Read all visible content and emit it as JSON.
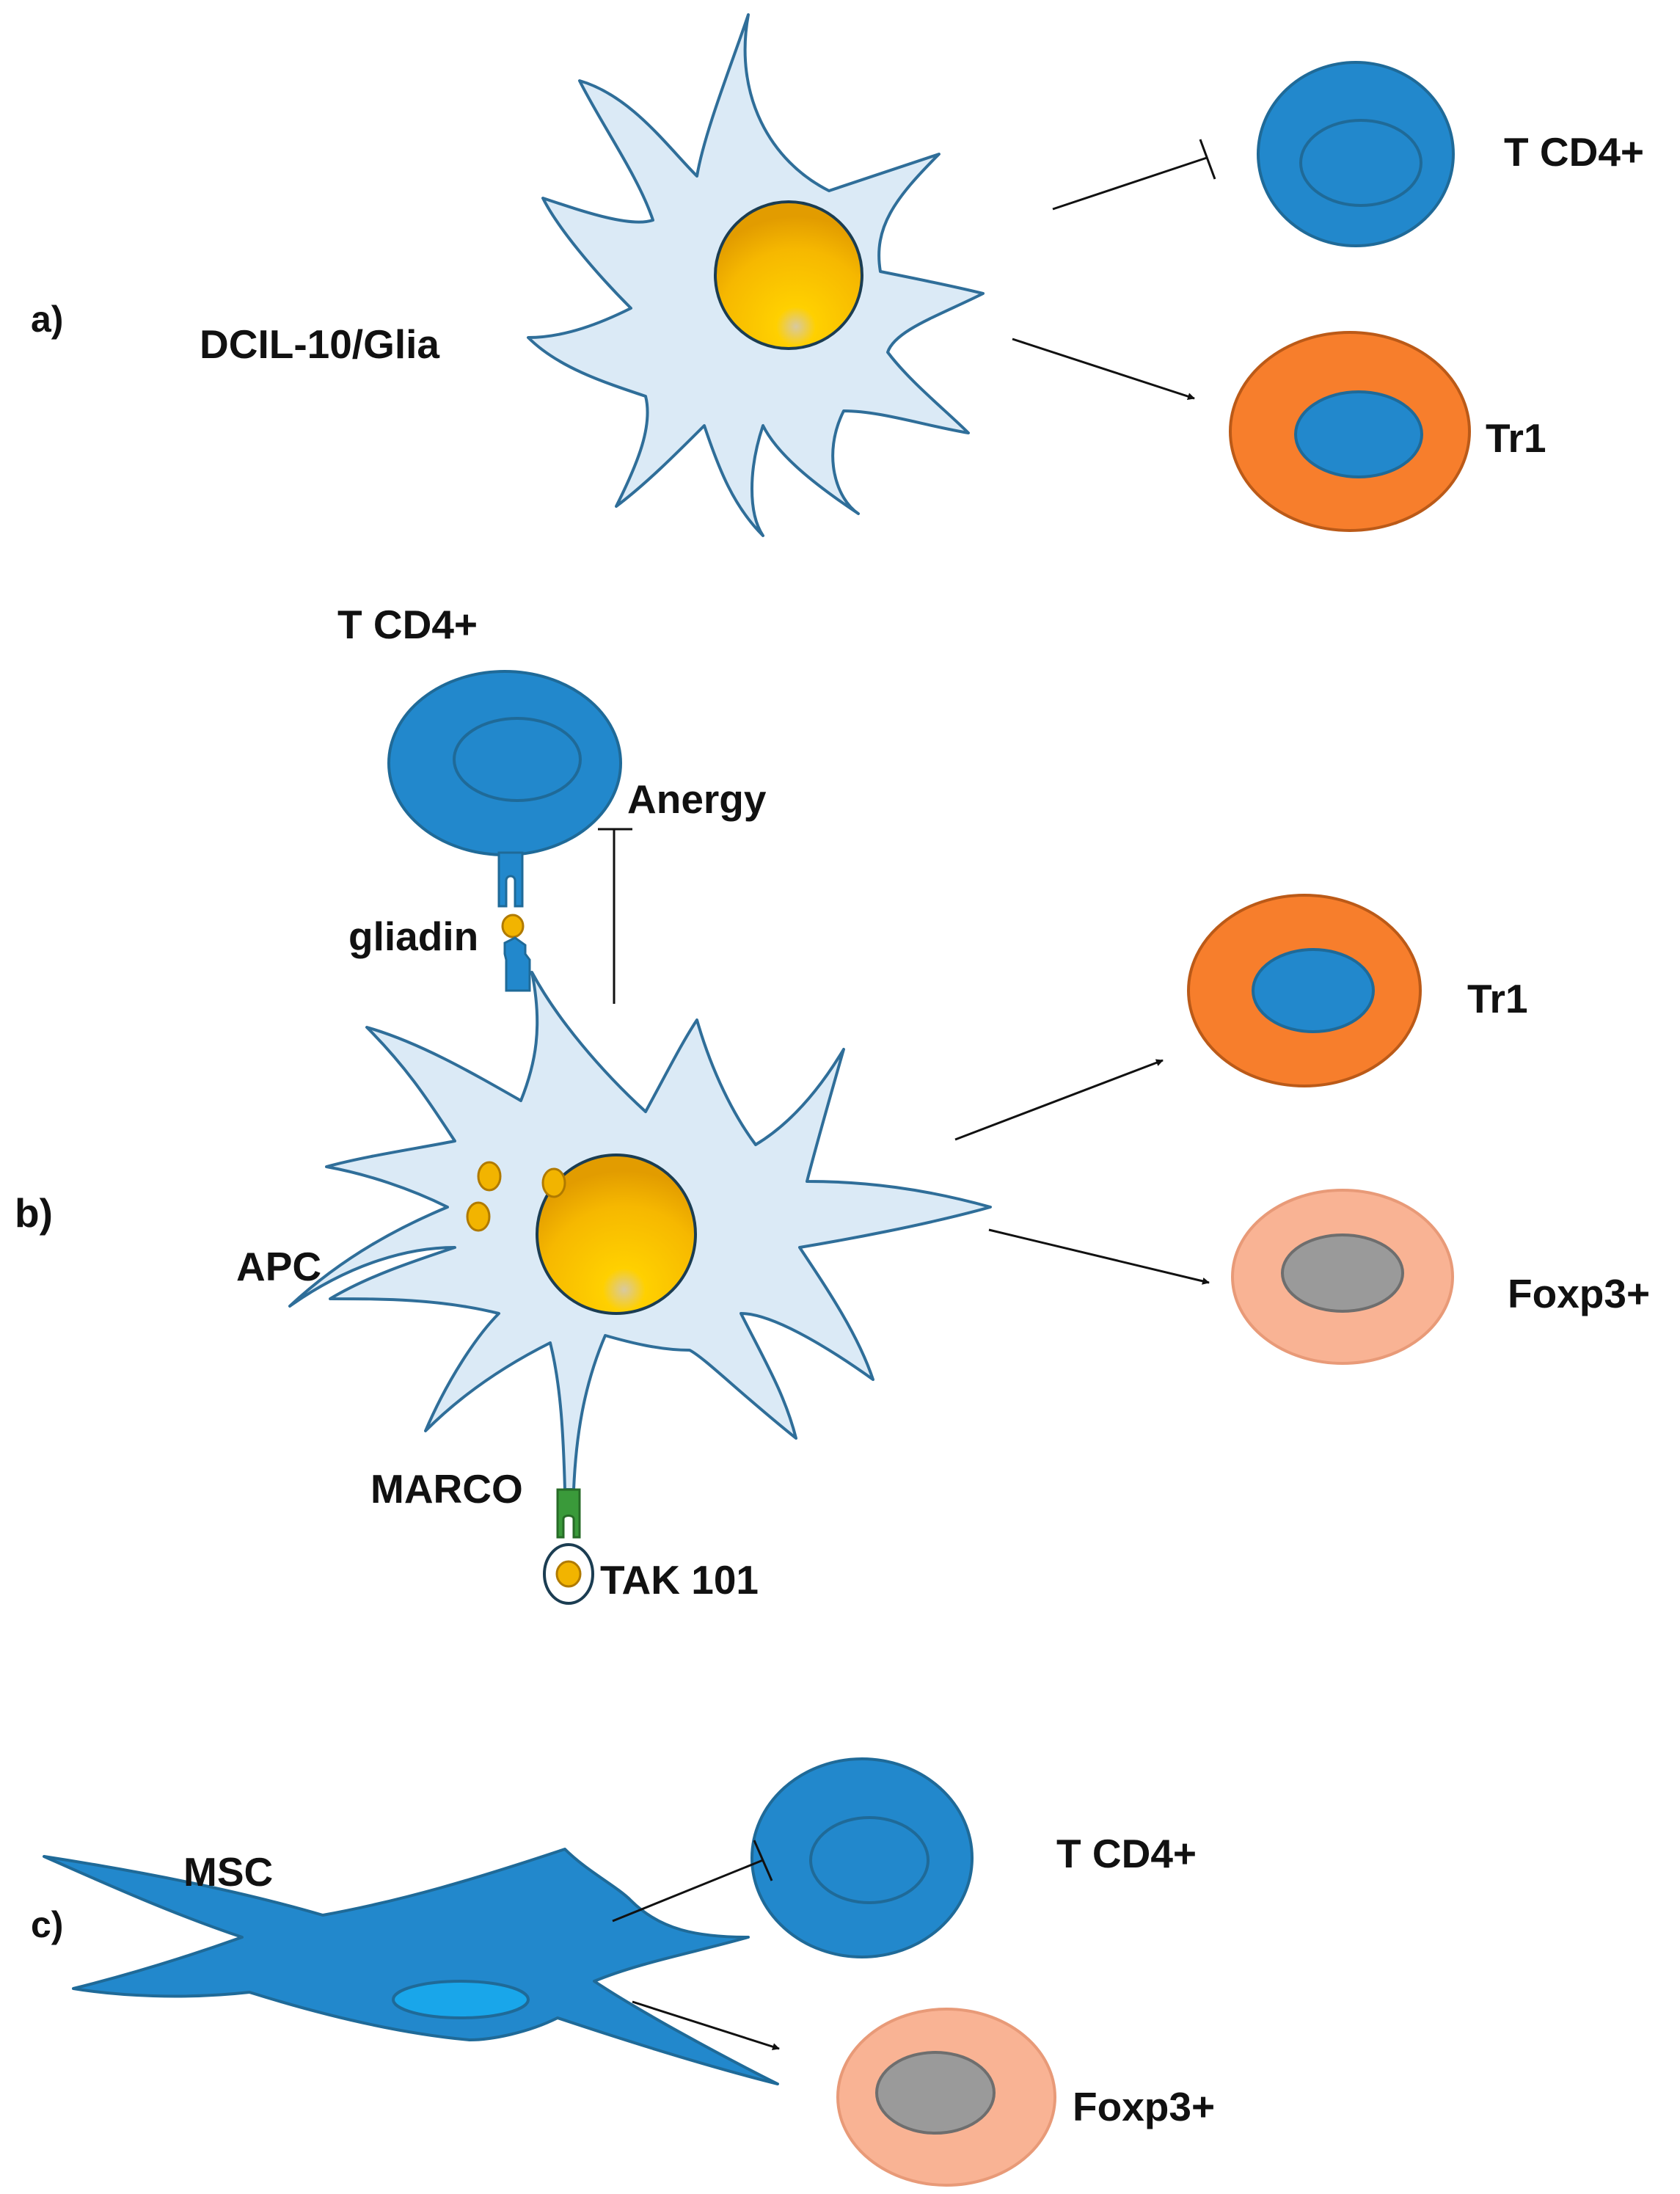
{
  "colors": {
    "dendritic_fill": "#dbeaf6",
    "dendritic_stroke": "#2f6e99",
    "nucleus_gold": "#f2b400",
    "nucleus_gold_light": "#ffd23a",
    "tcell_blue": "#2288cc",
    "tcell_stroke": "#1f6a98",
    "tr1_orange": "#f77e2c",
    "foxp3_peach": "#f9b394",
    "foxp3_nucleus": "#9a9a9a",
    "msc_blue": "#2288cc",
    "msc_nucleus": "#19a6ea",
    "marco_green": "#3a9a3a",
    "line": "#111111"
  },
  "panels": {
    "a": {
      "label": "a)",
      "cell_label": "DCIL-10/Glia",
      "inhibited_target": "T CD4+",
      "induced_target": "Tr1"
    },
    "b": {
      "label": "b)",
      "top_cell": "T CD4+",
      "anergy": "Anergy",
      "antigen": "gliadin",
      "cell_label": "APC",
      "receptor": "MARCO",
      "particle": "TAK 101",
      "induced_target_1": "Tr1",
      "induced_target_2": "Foxp3+"
    },
    "c": {
      "label": "c)",
      "cell_label": "MSC",
      "inhibited_target": "T CD4+",
      "induced_target": "Foxp3+"
    }
  }
}
